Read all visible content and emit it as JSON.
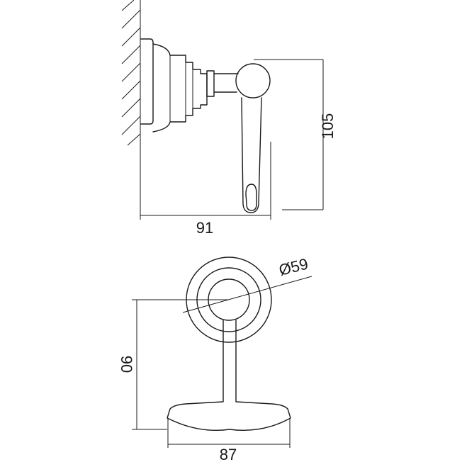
{
  "drawing": {
    "dimensions": {
      "side_depth": "91",
      "side_height": "105",
      "rosette_diameter": "Ø59",
      "front_height": "90",
      "hook_width": "87"
    }
  }
}
